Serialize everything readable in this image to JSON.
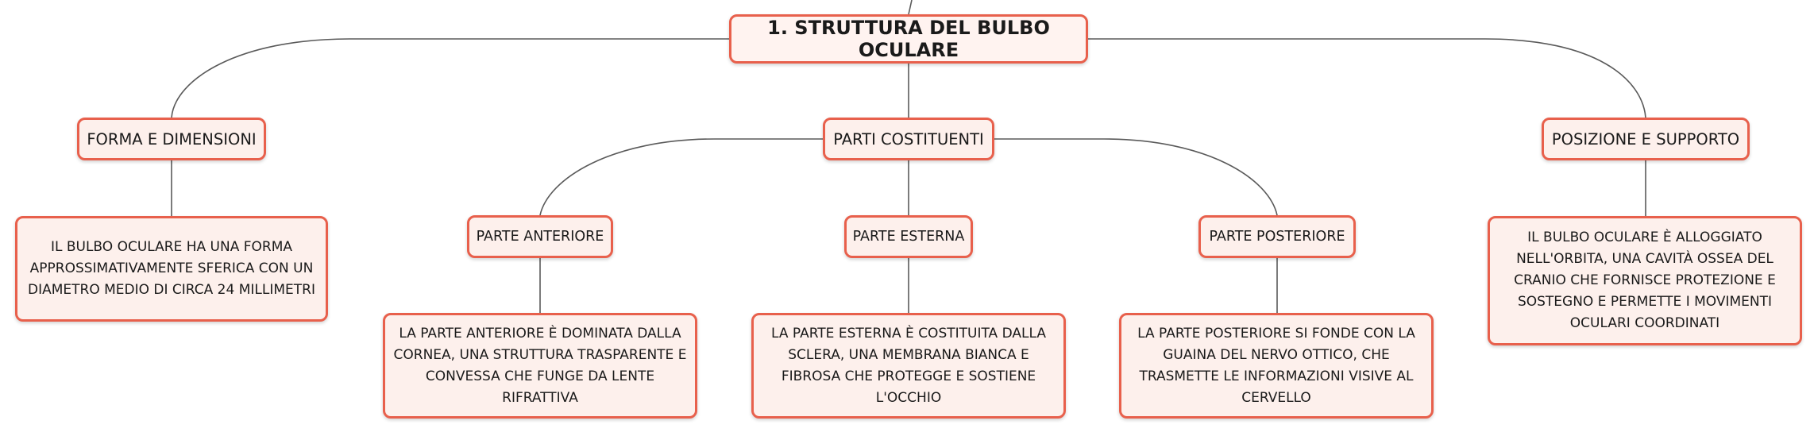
{
  "root": {
    "label": "1. STRUTTURA DEL BULBO OCULARE"
  },
  "branches": {
    "forma": {
      "label": "FORMA E DIMENSIONI",
      "detail": "IL BULBO OCULARE HA UNA FORMA APPROSSIMATIVAMENTE SFERICA CON UN DIAMETRO MEDIO DI CIRCA 24 MILLIMETRI"
    },
    "parti": {
      "label": "PARTI COSTITUENTI",
      "anteriore": {
        "label": "PARTE ANTERIORE",
        "detail": "LA PARTE ANTERIORE È DOMINATA DALLA CORNEA, UNA STRUTTURA TRASPARENTE E CONVESSA CHE FUNGE DA LENTE RIFRATTIVA"
      },
      "esterna": {
        "label": "PARTE ESTERNA",
        "detail": "LA PARTE ESTERNA È COSTITUITA DALLA SCLERA, UNA MEMBRANA BIANCA E FIBROSA CHE PROTEGGE E SOSTIENE L'OCCHIO"
      },
      "posteriore": {
        "label": "PARTE POSTERIORE",
        "detail": "LA PARTE POSTERIORE SI FONDE CON LA GUAINA DEL NERVO OTTICO, CHE TRASMETTE LE INFORMAZIONI VISIVE AL CERVELLO"
      }
    },
    "posizione": {
      "label": "POSIZIONE E SUPPORTO",
      "detail": "IL BULBO OCULARE È ALLOGGIATO NELL'ORBITA, UNA CAVITÀ OSSEA DEL CRANIO CHE FORNISCE PROTEZIONE E SOSTEGNO E PERMETTE I MOVIMENTI OCULARI COORDINATI"
    }
  },
  "colors": {
    "border": "#e8604c",
    "fill": "#fdf0ec",
    "connector": "#5a5a5a"
  }
}
